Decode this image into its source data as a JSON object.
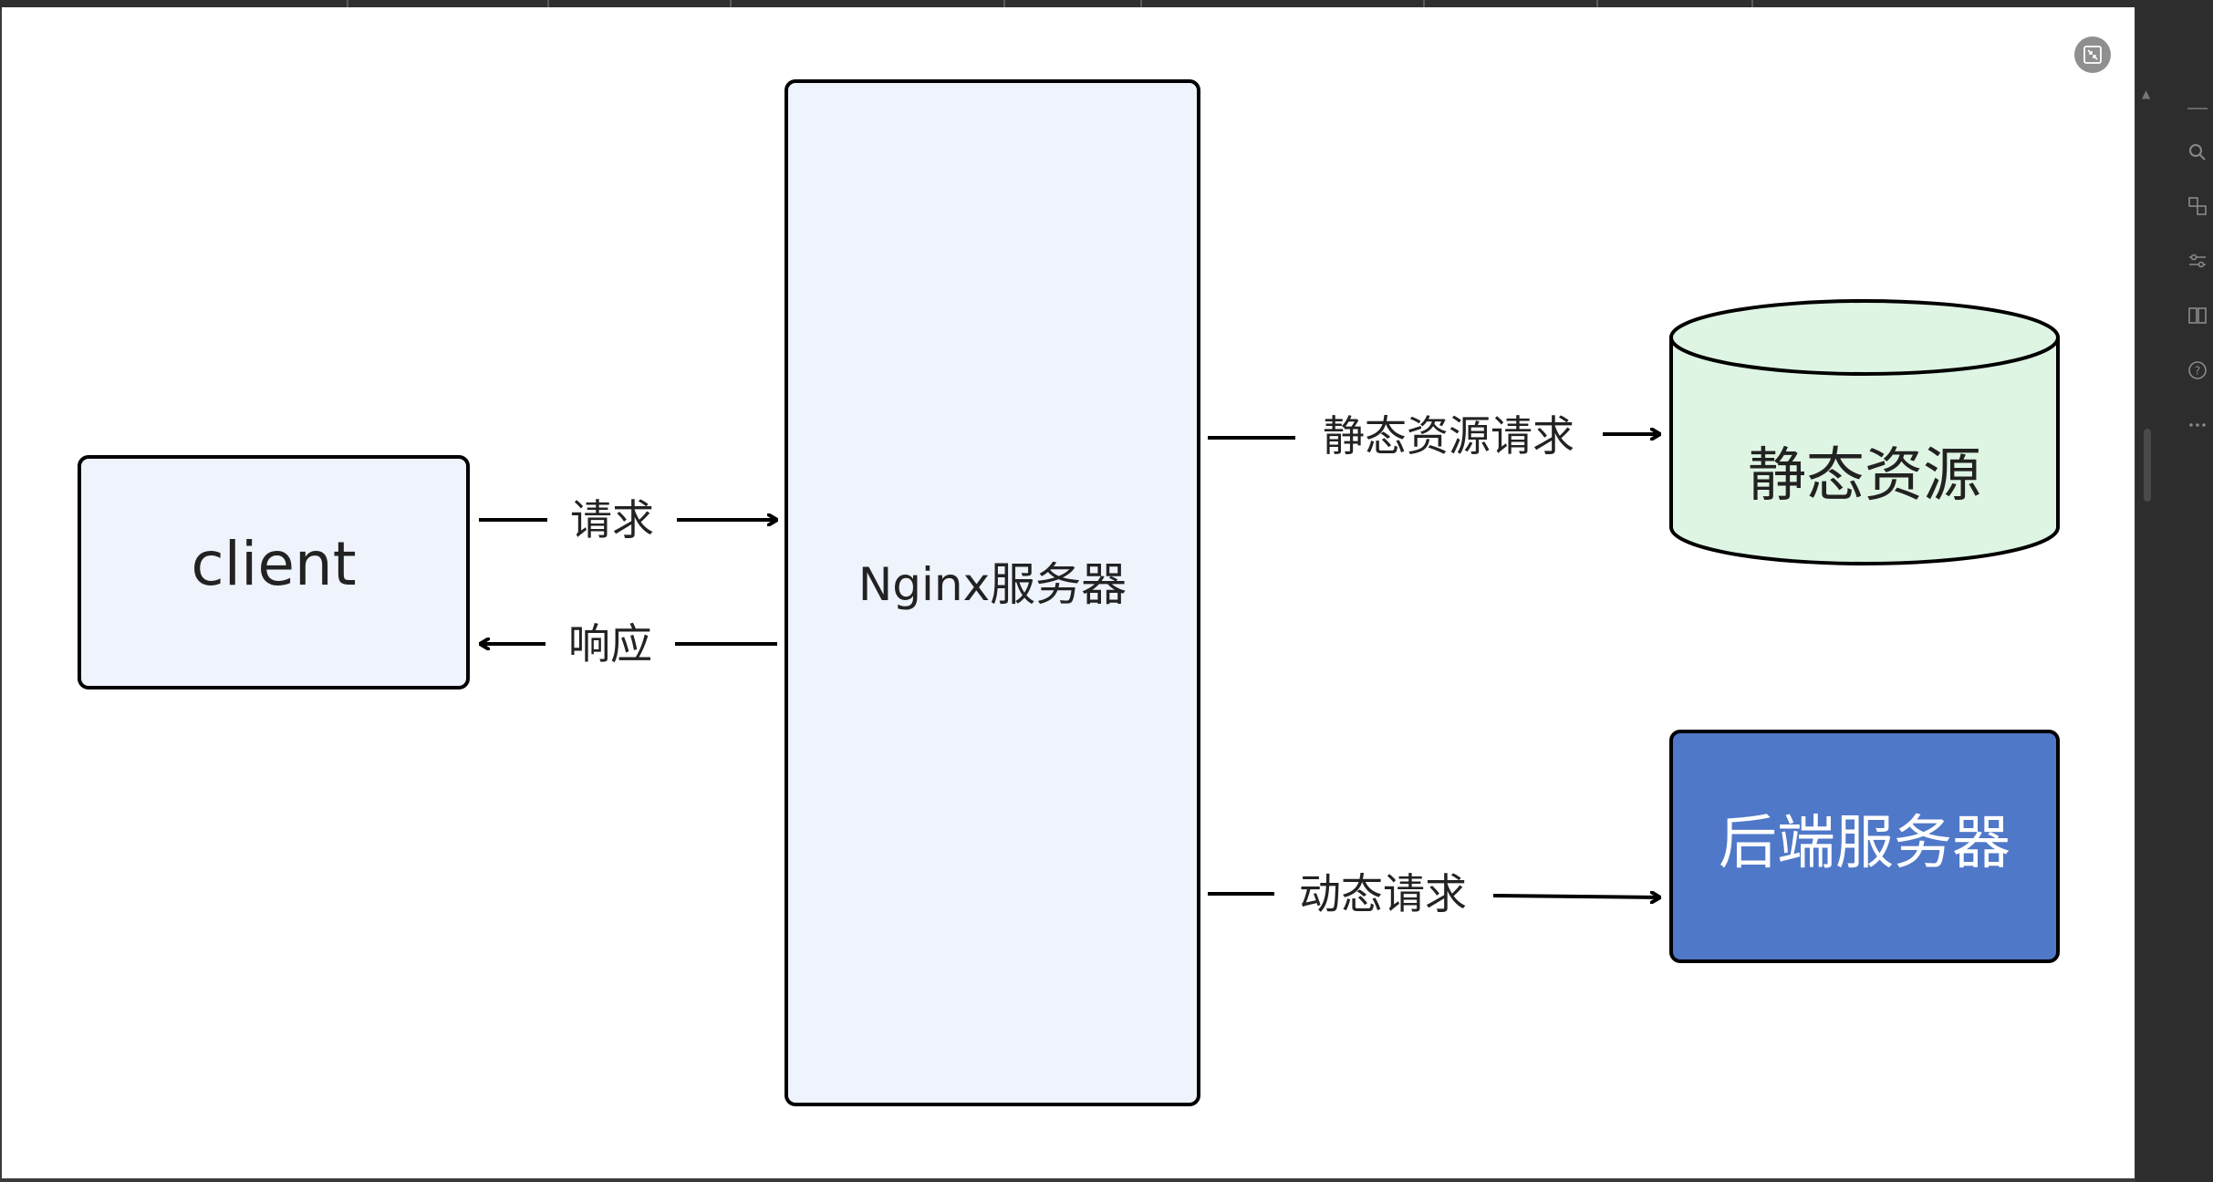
{
  "viewer": {
    "close_icon": "fullscreen-exit-icon"
  },
  "diagram": {
    "client_label": "client",
    "nginx_label": "Nginx服务器",
    "static_label": "静态资源",
    "backend_label": "后端服务器",
    "edge_request": "请求",
    "edge_response": "响应",
    "edge_static_request": "静态资源请求",
    "edge_dynamic_request": "动态请求"
  },
  "colors": {
    "client_fill": "#eef3fc",
    "nginx_fill": "#eef3fc",
    "static_fill": "#dff5e3",
    "backend_fill": "#5078c8",
    "stroke": "#000000"
  },
  "right_panel_icons": [
    "search-icon",
    "translate-icon",
    "sliders-icon",
    "book-icon",
    "help-icon",
    "more-icon"
  ]
}
